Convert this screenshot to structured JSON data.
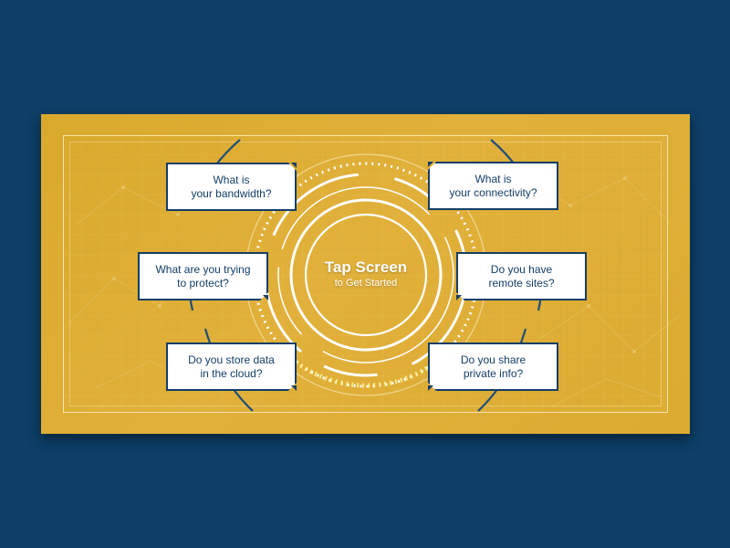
{
  "center": {
    "title": "Tap Screen",
    "subtitle": "to Get Started"
  },
  "questions": [
    {
      "id": "bandwidth",
      "label": "What is\nyour bandwidth?"
    },
    {
      "id": "connectivity",
      "label": "What is\nyour connectivity?"
    },
    {
      "id": "protect",
      "label": "What are you trying\nto protect?"
    },
    {
      "id": "remote-sites",
      "label": "Do you have\nremote sites?"
    },
    {
      "id": "cloud",
      "label": "Do you store data\nin the cloud?"
    },
    {
      "id": "private-info",
      "label": "Do you share\nprivate info?"
    }
  ],
  "colors": {
    "background": "#0d3f67",
    "panel": "#e1b03a",
    "card_border": "#133e68",
    "card_text": "#133e68",
    "ring": "#ffffff"
  }
}
